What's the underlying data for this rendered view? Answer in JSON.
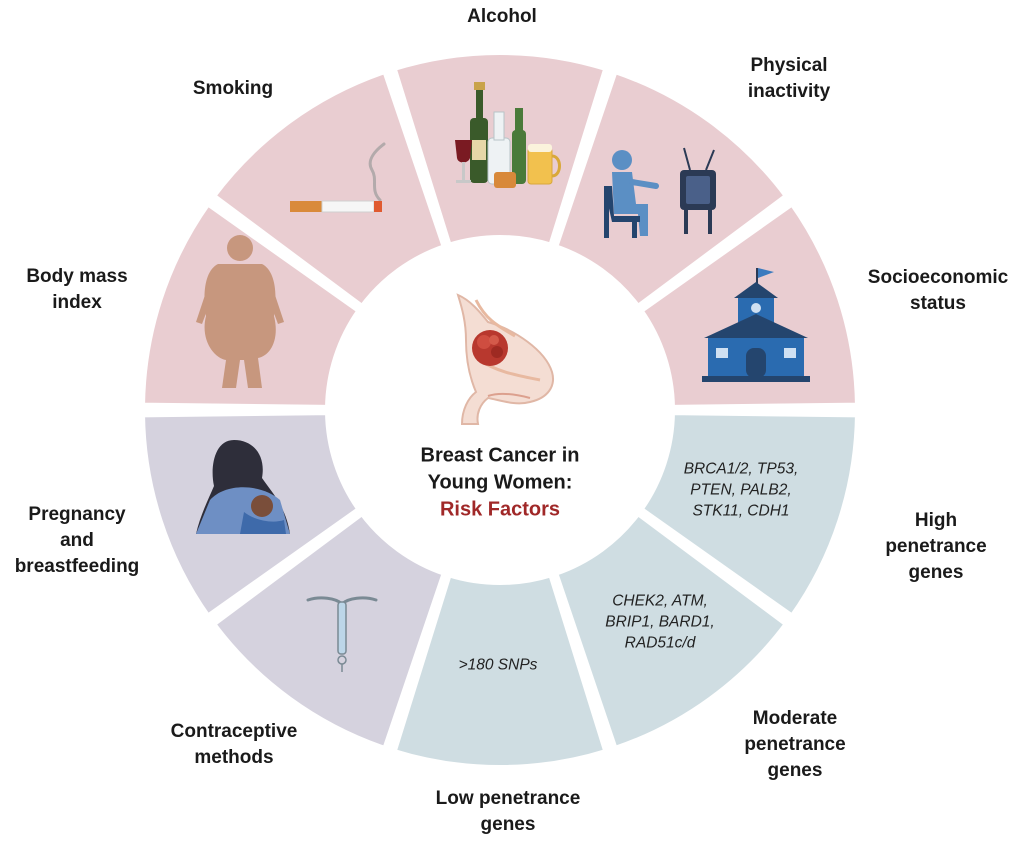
{
  "center": {
    "title_lines": [
      "Breast Cancer in",
      "Young Women:"
    ],
    "subtitle": "Risk Factors"
  },
  "colors": {
    "lifestyle": "#e9cdd1",
    "reproductive": "#d5d2de",
    "genetic": "#cfdde2",
    "accent": "#a02828"
  },
  "segments": [
    {
      "label_lines": [
        "Alcohol"
      ],
      "icon": "alcohol-bottles-icon",
      "group": "lifestyle"
    },
    {
      "label_lines": [
        "Physical",
        "inactivity"
      ],
      "icon": "person-watching-tv-icon",
      "group": "lifestyle"
    },
    {
      "label_lines": [
        "Socioeconomic",
        "status"
      ],
      "icon": "school-building-icon",
      "group": "lifestyle"
    },
    {
      "label_lines": [
        "High",
        "penetrance",
        "genes"
      ],
      "genes": [
        "BRCA1/2, TP53,",
        "PTEN, PALB2,",
        "STK11, CDH1"
      ],
      "group": "genetic"
    },
    {
      "label_lines": [
        "Moderate",
        "penetrance",
        "genes"
      ],
      "genes": [
        "CHEK2, ATM,",
        "BRIP1, BARD1,",
        "RAD51c/d"
      ],
      "group": "genetic"
    },
    {
      "label_lines": [
        "Low penetrance",
        "genes"
      ],
      "genes": [
        ">180 SNPs"
      ],
      "group": "genetic"
    },
    {
      "label_lines": [
        "Contraceptive",
        "methods"
      ],
      "icon": "iud-icon",
      "group": "reproductive"
    },
    {
      "label_lines": [
        "Pregnancy",
        "and",
        "breastfeeding"
      ],
      "icon": "breastfeeding-mother-icon",
      "group": "reproductive"
    },
    {
      "label_lines": [
        "Body mass",
        "index"
      ],
      "icon": "obese-body-icon",
      "group": "lifestyle"
    },
    {
      "label_lines": [
        "Smoking"
      ],
      "icon": "cigarette-icon",
      "group": "lifestyle"
    }
  ]
}
